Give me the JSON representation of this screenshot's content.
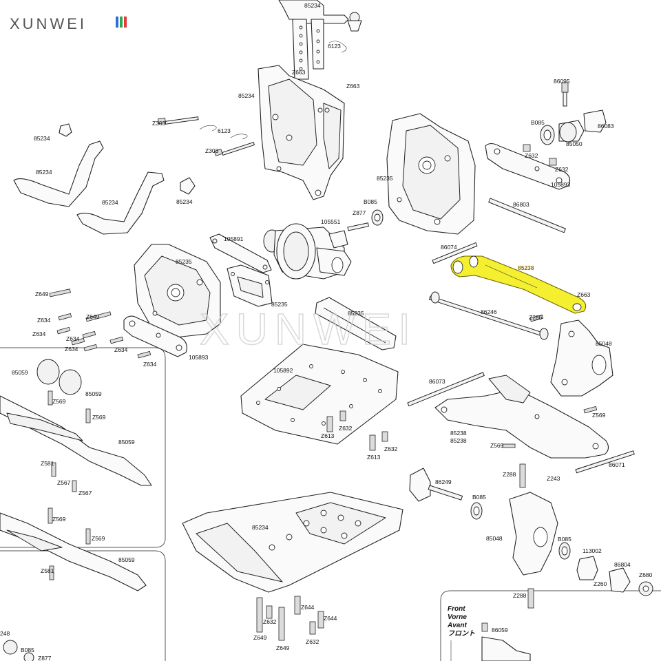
{
  "brand": {
    "logo_text": "XUNWEI",
    "watermark_text": "XUNWEI",
    "logo_colors": [
      "#2b6fd6",
      "#2fa84f",
      "#e23b3b"
    ]
  },
  "highlight": {
    "part": "85238",
    "color": "#f4f030"
  },
  "legend": {
    "lines": [
      "Front",
      "Vorne",
      "Avant",
      "フロント"
    ],
    "part": "86059"
  },
  "callouts": {
    "c01": "85234",
    "c02": "6123",
    "c03": "Z663",
    "c04": "Z663",
    "c05": "85234",
    "c06": "Z303",
    "c07": "6123",
    "c08": "Z303",
    "c09": "85234",
    "c10": "85234",
    "c11": "85234",
    "c12": "85234",
    "c13": "86095",
    "c14": "B085",
    "c15": "86083",
    "c16": "85050",
    "c17": "Z632",
    "c18": "Z632",
    "c19": "105893",
    "c20": "85235",
    "c21": "B085",
    "c22": "Z877",
    "c23": "105551",
    "c24": "86803",
    "c25": "105891",
    "c26": "85235",
    "c27": "86074",
    "c28": "85238",
    "c29": "Z663",
    "c30": "85235",
    "c31": "Z649",
    "c32": "Z634",
    "c33": "Z649",
    "c34": "Z634",
    "c35": "Z634",
    "c36": "Z634",
    "c37": "Z634",
    "c38": "Z634",
    "c39": "105893",
    "c40": "85235",
    "c41": "86246",
    "c42": "Z286",
    "c43": "85048",
    "c44": "85059",
    "c45": "85059",
    "c46": "Z569",
    "c47": "Z569",
    "c48": "105892",
    "c49": "86073",
    "c50": "Z569",
    "c51": "85059",
    "c52": "Z613",
    "c53": "Z632",
    "c54": "Z613",
    "c55": "Z632",
    "c56": "85238",
    "c57": "85238",
    "c58": "Z569",
    "c59": "86071",
    "c60": "Z581",
    "c61": "Z567",
    "c62": "Z567",
    "c63": "Z288",
    "c64": "Z243",
    "c65": "86249",
    "c66": "B085",
    "c67": "Z569",
    "c68": "Z569",
    "c69": "85234",
    "c70": "85048",
    "c71": "B085",
    "c72": "113002",
    "c73": "85059",
    "c74": "Z581",
    "c75": "86804",
    "c76": "Z680",
    "c77": "Z260",
    "c78": "Z288",
    "c79": "Z644",
    "c80": "Z644",
    "c81": "Z632",
    "c82": "Z632",
    "c83": "Z649",
    "c84": "Z649",
    "c85": "248",
    "c86": "B085",
    "c87": "Z877"
  }
}
